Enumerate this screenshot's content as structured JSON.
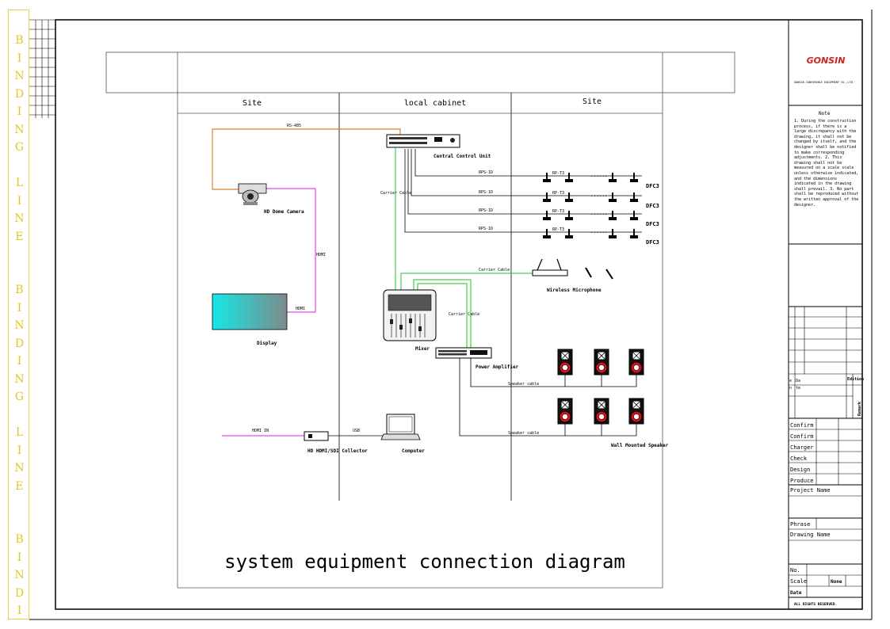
{
  "binding_strip": [
    "B",
    "I",
    "N",
    "D",
    "I",
    "N",
    "G",
    "",
    "L",
    "I",
    "N",
    "E",
    "",
    "",
    "B",
    "I",
    "N",
    "D",
    "I",
    "N",
    "G",
    "",
    "L",
    "I",
    "N",
    "E",
    "",
    "",
    "B",
    "I",
    "N",
    "D",
    "I"
  ],
  "columns": {
    "left": "Site",
    "center": "local cabinet",
    "right": "Site"
  },
  "devices": {
    "control_unit": "Central Control Unit",
    "dome_camera": "HD Dome Camera",
    "display": "Display",
    "mixer": "Mixer",
    "power_amplifier": "Power Amplifier",
    "wireless_microphone": "Wireless Microphone",
    "collector": "HD HDMI/SDI Collector",
    "computer": "Computer",
    "wall_speaker": "Wall Mounted Speaker",
    "dfc": [
      "DFC3",
      "DFC3",
      "DFC3",
      "DFC3"
    ]
  },
  "cables": {
    "rs485": "RS-485",
    "carrier1": "Carrier Cable",
    "carrier2": "Carrier Cable",
    "carrier3": "Carrier Cable",
    "hdmi1": "HDMI",
    "hdmi2": "HDMI",
    "hdmi_in": "HDMI IN",
    "usb": "USB",
    "speaker1": "Speaker cable",
    "speaker2": "Speaker cable",
    "bus_left": [
      "RPS-1D",
      "RPS-1D",
      "RPS-1D",
      "RPS-1D"
    ],
    "bus_mid": [
      "RP-T3",
      "RP-T3",
      "RP-T3",
      "RP-T3"
    ]
  },
  "diagram_title": "system equipment connection diagram",
  "title_block": {
    "brand": "GONSIN",
    "company": "GONSIN CONFERENCE EQUIPMENT CO.,LTD.",
    "note_title": "Note",
    "note_text": "1. During the construction process, if there is a large discrepancy with the drawing, it shall not be changed by itself, and the designer shall be notified to make corresponding adjustments. 2. This drawing shall not be measured on a scale scale unless otherwise indicated, and the dimensions indicated in the drawing shall prevail. 3. No part shall be reproduced without the written approval of the designer.",
    "rev_date": "Da",
    "rev_te": "te",
    "rev_edition": "Edition",
    "rev_e": "e",
    "rev_n": "n",
    "rev_remark": "Remark",
    "roles": [
      "Confirm",
      "Confirm",
      "Charger",
      "Check",
      "Design",
      "Produce"
    ],
    "project_name": "Project Name",
    "phrase": "Phrase",
    "drawing_name": "Drawing Name",
    "no": "No.",
    "scale": "Scale",
    "scale_value": "None",
    "date": "Date",
    "rights": "ALL RIGHTS RESERVED."
  },
  "colors": {
    "orange": "#d9822b",
    "magenta": "#e01ee0",
    "green": "#22c322",
    "binding": "#e0c81a",
    "brand": "#c8281e",
    "speaker_red": "#d8101a"
  }
}
